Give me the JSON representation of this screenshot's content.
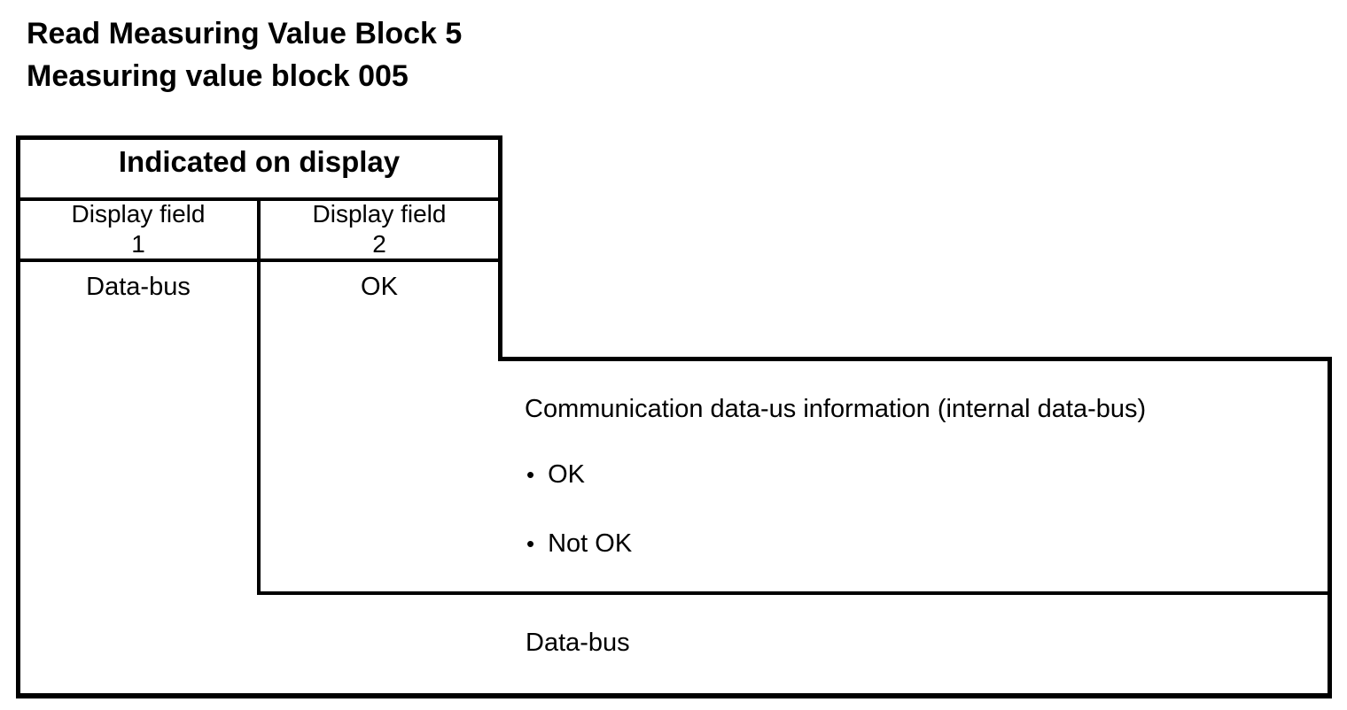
{
  "title": {
    "line1": "Read Measuring Value Block 5",
    "line2": "Measuring value block 005"
  },
  "table": {
    "header": "Indicated on display",
    "columns": [
      {
        "label_line1": "Display field",
        "label_line2": "1",
        "value": "Data-bus"
      },
      {
        "label_line1": "Display field",
        "label_line2": "2",
        "value": "OK"
      }
    ]
  },
  "callouts": {
    "field2": {
      "heading": "Communication data-us information (internal data-bus)",
      "bullet_char": "•",
      "items": [
        "OK",
        "Not OK"
      ]
    },
    "field1": {
      "label": "Data-bus"
    }
  },
  "colors": {
    "line": "#000000",
    "background": "#ffffff",
    "text": "#000000"
  }
}
